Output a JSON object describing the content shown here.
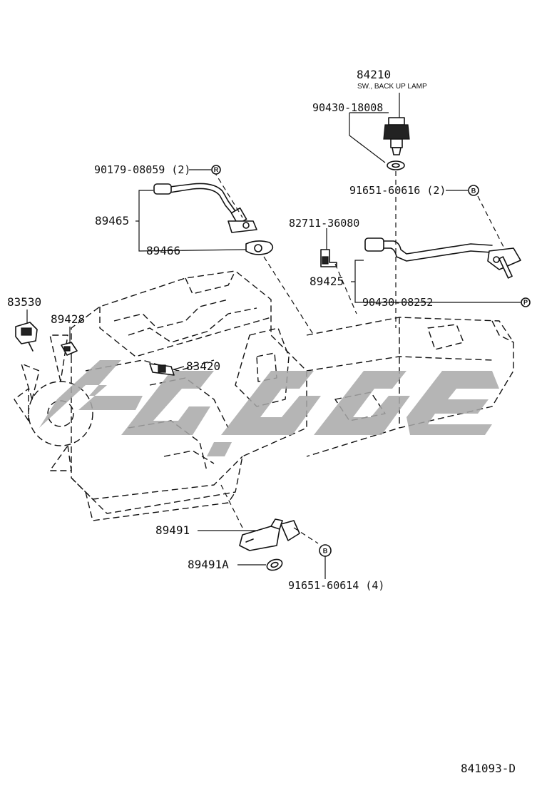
{
  "diagram": {
    "code": "841093-D",
    "parts": {
      "p84210": {
        "number": "84210",
        "description": "SW., BACK UP LAMP"
      },
      "p90430_18008": {
        "number": "90430-18008"
      },
      "p90179_08059": {
        "number": "90179-08059 (2)"
      },
      "p91651_60616": {
        "number": "91651-60616 (2)"
      },
      "p89465": {
        "number": "89465"
      },
      "p82711_36080": {
        "number": "82711-36080"
      },
      "p89466": {
        "number": "89466"
      },
      "p89425": {
        "number": "89425"
      },
      "p90430_08252": {
        "number": "90430-08252"
      },
      "p83530": {
        "number": "83530"
      },
      "p89428": {
        "number": "89428"
      },
      "p83420": {
        "number": "83420"
      },
      "p89491": {
        "number": "89491"
      },
      "p89491A": {
        "number": "89491A"
      },
      "p91651_60614": {
        "number": "91651-60614 (4)"
      }
    },
    "badges": {
      "bolt_badge": "B",
      "nut_badge": "R",
      "washer_badge": "P"
    },
    "colors": {
      "line": "#111111",
      "watermark": "#a8a8a8",
      "background": "#ffffff"
    }
  }
}
